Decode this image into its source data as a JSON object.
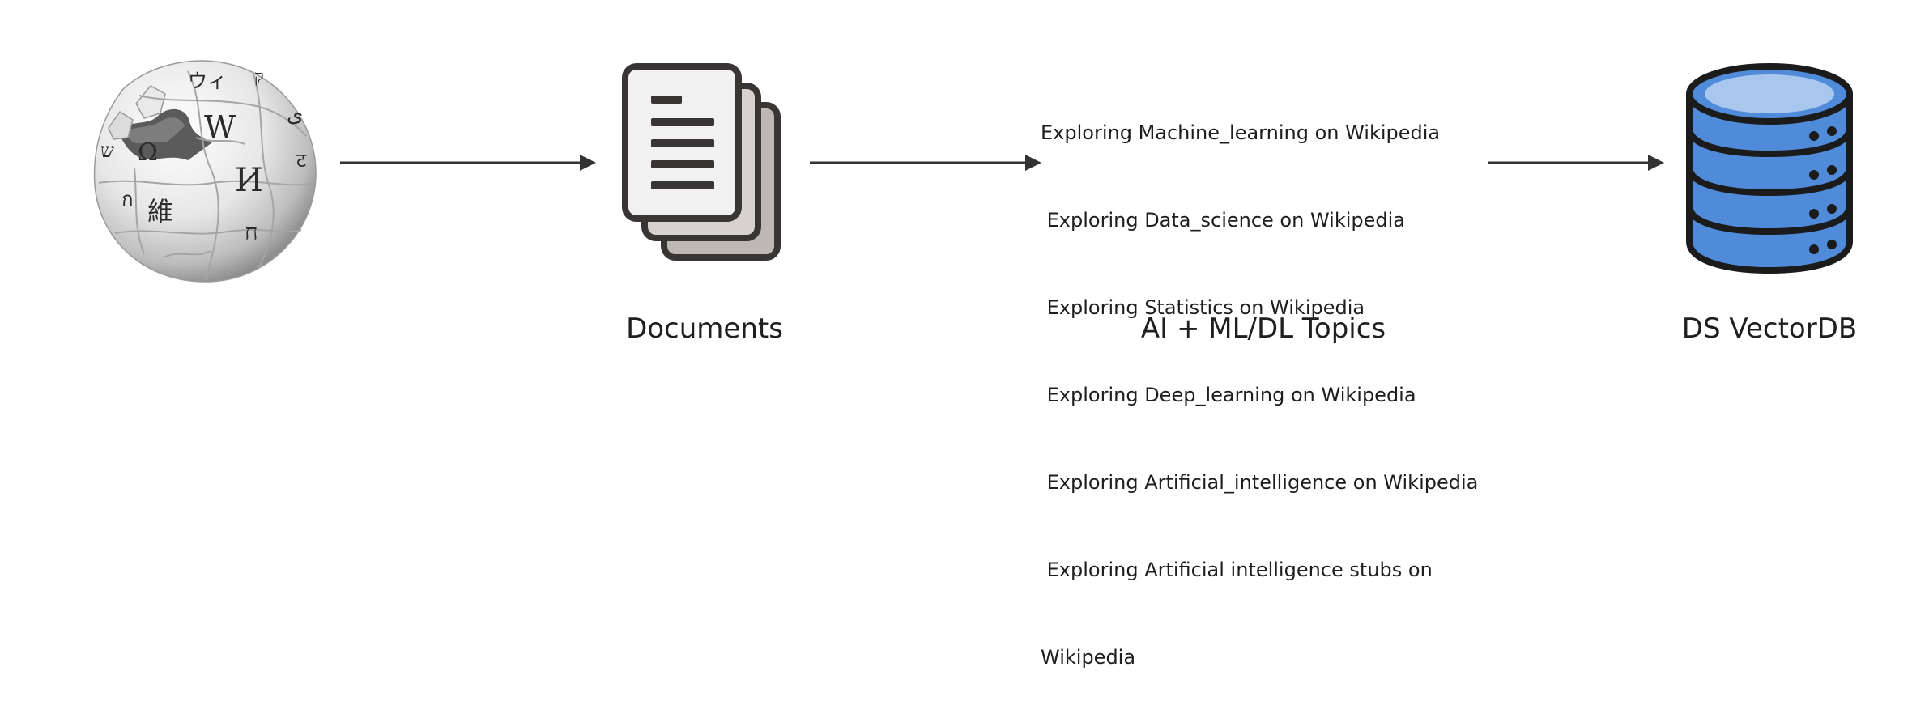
{
  "nodes": {
    "source": {
      "icon": "wikipedia-globe-icon",
      "label": "",
      "glyphs": [
        "Ω",
        "W",
        "И",
        "維",
        "ウィ",
        "ی",
        "ש",
        "ก",
        "ק",
        "ट",
        "ח"
      ]
    },
    "documents": {
      "icon": "documents-stack-icon",
      "label": "Documents"
    },
    "topics": {
      "label": "AI + ML/DL Topics",
      "items": [
        "Exploring Machine_learning on Wikipedia",
        " Exploring Data_science on Wikipedia",
        " Exploring Statistics on Wikipedia",
        " Exploring Deep_learning on Wikipedia",
        " Exploring Artificial_intelligence on Wikipedia",
        " Exploring Artificial intelligence stubs on",
        "Wikipedia"
      ]
    },
    "vectordb": {
      "icon": "database-icon",
      "label": "DS VectorDB"
    }
  },
  "colors": {
    "arrow": "#333333",
    "db_fill": "#4f8bd9",
    "db_top": "#a9c7ee",
    "db_outline": "#1b1b1b",
    "doc_outline": "#3a3535",
    "doc_front": "#f1f1f1",
    "doc_back1": "#bdb7b6",
    "doc_back2": "#d7d2d0",
    "globe_light": "#f4f4f4",
    "globe_dark": "#8f8f8f"
  }
}
